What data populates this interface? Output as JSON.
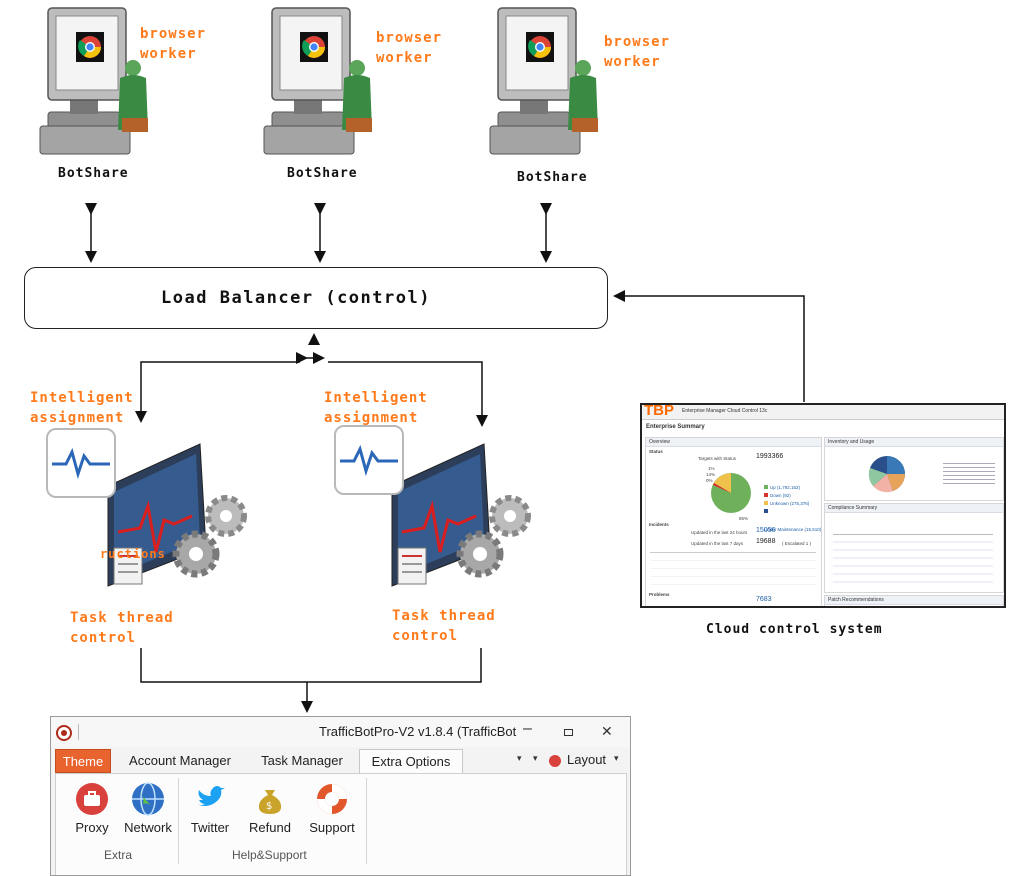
{
  "workers": [
    {
      "label": "browser\nworker",
      "name": "BotShare"
    },
    {
      "label": "browser\nworker",
      "name": "BotShare"
    },
    {
      "label": "browser\nworker",
      "name": "BotShare"
    }
  ],
  "load_balancer": {
    "label": "Load Balancer (control)"
  },
  "assignments": [
    {
      "label": "Intelligent\nassignment",
      "task_label": "Task thread\ncontrol",
      "overlay": "ructions"
    },
    {
      "label": "Intelligent\nassignment",
      "task_label": "Task thread\ncontrol"
    }
  ],
  "cloud": {
    "label": "Cloud control system",
    "brand": "TBP",
    "header": "Enterprise Manager Cloud Control 13c",
    "sub": "Enterprise Summary",
    "overview": "Overview",
    "status": "Status",
    "targets_label": "Targets with Status",
    "targets_total": "1993366",
    "legend": [
      {
        "text": "Up (1,792,162)",
        "color": "#6fb05a"
      },
      {
        "text": "Down (92)",
        "color": "#d9302c"
      },
      {
        "text": "Unknown (275,376)",
        "color": "#f0c24b"
      },
      {
        "text": "Under Maintenance (15,510)",
        "color": "#2a4f8a"
      }
    ],
    "pie_pcts": [
      "1%",
      "14%",
      "0%",
      "85%"
    ],
    "incidents": "Incidents",
    "inc_24h_label": "Updated in the last 24 hours",
    "inc_24h": "15056",
    "inc_7d_label": "Updated in the last 7 days",
    "inc_7d": "19688",
    "escalated": "( Escalated  1 )",
    "problems": "Problems",
    "problems_total": "7683",
    "inventory": "Inventory and Usage",
    "compliance": "Compliance Summary",
    "patch": "Patch Recommendations"
  },
  "window": {
    "title": "TrafficBotPro-V2 v1.8.4 (TrafficBot",
    "tabs": [
      "Theme",
      "Account Manager",
      "Task Manager",
      "Extra Options"
    ],
    "layout": "Layout",
    "buttons": [
      {
        "label": "Proxy",
        "icon": "briefcase-icon",
        "color": "#d9413c"
      },
      {
        "label": "Network",
        "icon": "globe-icon",
        "color": "#2f6fc4"
      },
      {
        "label": "Twitter",
        "icon": "twitter-bird-icon",
        "color": "#1da1f2"
      },
      {
        "label": "Refund",
        "icon": "money-bag-icon",
        "color": "#c9a32a"
      },
      {
        "label": "Support",
        "icon": "lifebuoy-icon",
        "color": "#e2562c"
      }
    ],
    "groups": [
      "Extra",
      "Help&Support"
    ]
  }
}
